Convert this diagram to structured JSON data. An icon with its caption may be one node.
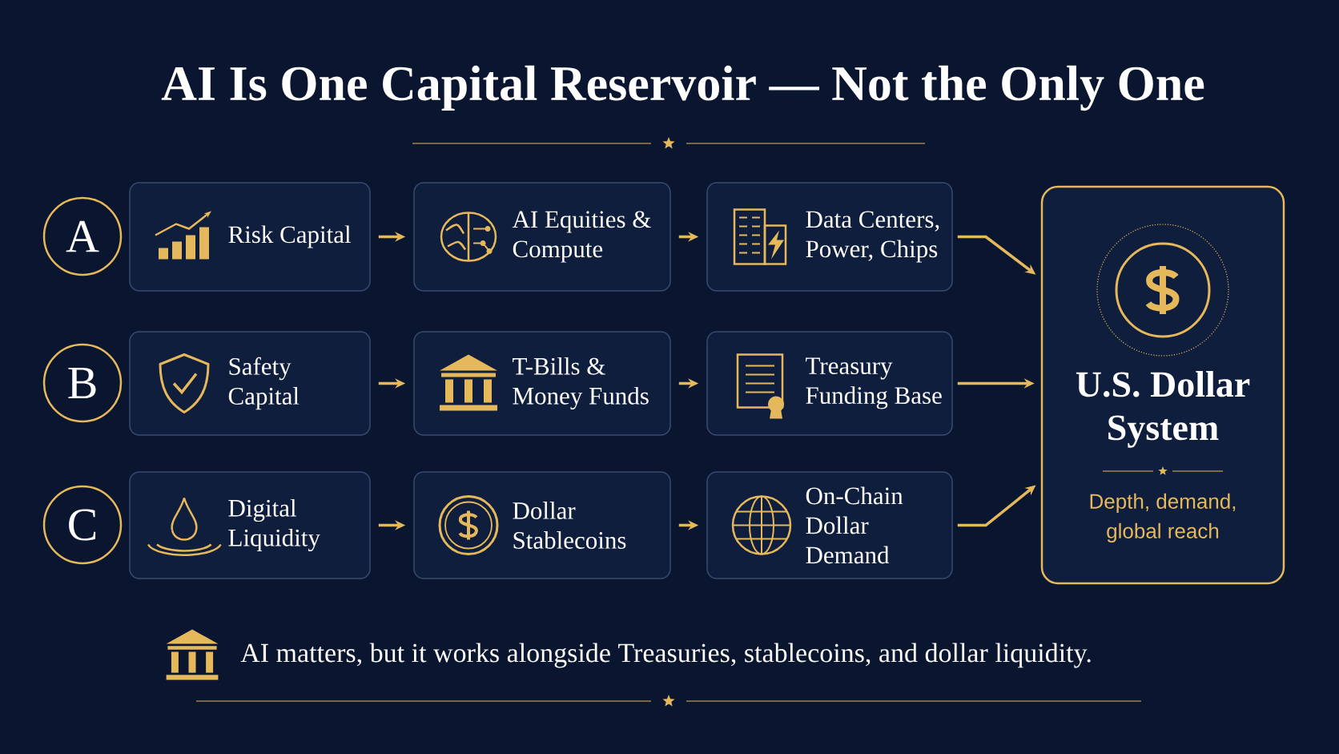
{
  "diagram": {
    "title": "AI Is One Capital Reservoir — Not the Only One",
    "nodes": [
      {
        "text": [
          "A"
        ]
      },
      {
        "text": [
          "Risk Capital"
        ]
      },
      {
        "text": [
          "AI Equities & Compute"
        ]
      },
      {
        "text": [
          "Data Centers, Power, Chips"
        ]
      },
      {
        "text": [
          "B"
        ]
      },
      {
        "text": [
          "Safety Capital"
        ]
      },
      {
        "text": [
          "T-Bills & Money Funds"
        ]
      },
      {
        "text": [
          "Treasury Funding Base"
        ]
      },
      {
        "text": [
          "C"
        ]
      },
      {
        "text": [
          "Digital Liquidity"
        ]
      },
      {
        "text": [
          "Dollar Stablecoins"
        ]
      },
      {
        "text": [
          "On-Chain Dollar Demand"
        ]
      },
      {
        "text": [
          "U.S. Dollar System",
          "Depth, demand, global reach"
        ]
      }
    ],
    "edges": [
      {
        "from": 1,
        "to": 2,
        "arrow": "to"
      },
      {
        "from": 2,
        "to": 3,
        "arrow": "to"
      },
      {
        "from": 3,
        "to": 12,
        "arrow": "to"
      },
      {
        "from": 5,
        "to": 6,
        "arrow": "to"
      },
      {
        "from": 6,
        "to": 7,
        "arrow": "to"
      },
      {
        "from": 7,
        "to": 12,
        "arrow": "to"
      },
      {
        "from": 9,
        "to": 10,
        "arrow": "to"
      },
      {
        "from": 10,
        "to": 11,
        "arrow": "to"
      },
      {
        "from": 11,
        "to": 12,
        "arrow": "to"
      }
    ],
    "labels": [
      "AI matters, but it works alongside Treasuries, stablecoins, and dollar liquidity."
    ]
  }
}
